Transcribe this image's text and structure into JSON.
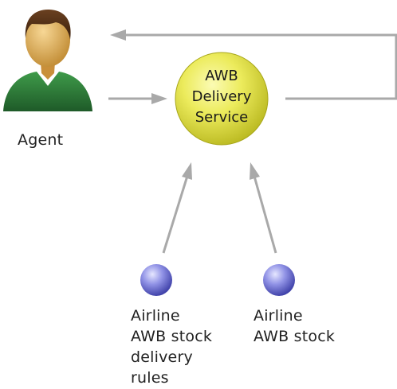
{
  "agent": {
    "label": "Agent"
  },
  "service": {
    "line1": "AWB",
    "line2": "Delivery",
    "line3": "Service"
  },
  "inputs": [
    {
      "lines": [
        "Airline",
        "AWB stock",
        "delivery",
        "rules"
      ]
    },
    {
      "lines": [
        "Airline",
        "AWB stock"
      ]
    }
  ],
  "colors": {
    "arrow": "#a9a9a9",
    "service_fill": "#e4e34a",
    "input_dot": "#8c8ee0",
    "agent_shirt": "#2e7d3a",
    "agent_skin": "#d8a955",
    "agent_hair": "#4a2b14"
  }
}
